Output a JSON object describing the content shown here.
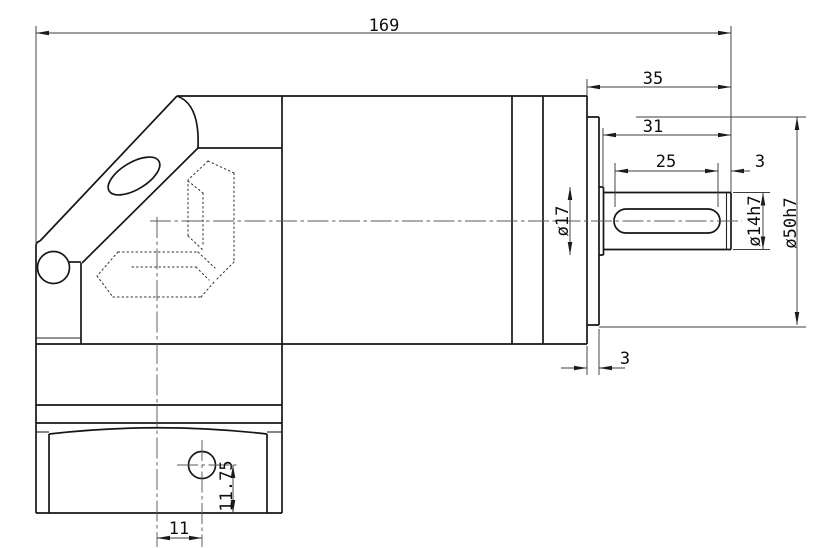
{
  "drawing": {
    "dims": {
      "overall_length": "169",
      "shaft_section_length": "35",
      "shaft_length": "31",
      "keyway_length": "25",
      "keyway_to_end": "3",
      "pilot_thickness": "3",
      "collar_dia": "ø17",
      "shaft_dia": "ø14h7",
      "pilot_dia": "ø50h7",
      "hole_offset": "11",
      "hole_height": "11.75"
    },
    "colors": {
      "background": "#ffffff",
      "outline": "#161616",
      "dimension": "#3d3d3d"
    }
  }
}
